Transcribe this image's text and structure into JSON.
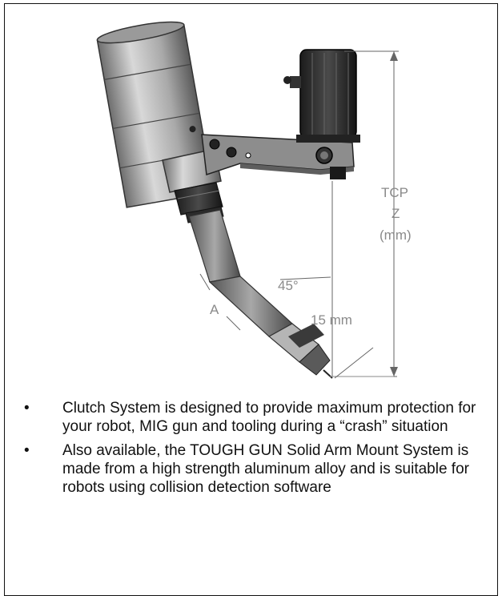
{
  "figure": {
    "labels": {
      "tcp": "TCP",
      "z": "Z",
      "mm": "(mm)",
      "angle": "45°",
      "a": "A",
      "offset": "15 mm"
    }
  },
  "bullets": [
    {
      "text": "Clutch System is designed to provide maximum protection for your robot, MIG gun and tooling during a “crash” situation"
    },
    {
      "text": "Also available, the TOUGH GUN Solid Arm Mount System is made from a high strength aluminum alloy and is suitable for robots using collision detection software"
    }
  ],
  "bullet_glyph": "•"
}
